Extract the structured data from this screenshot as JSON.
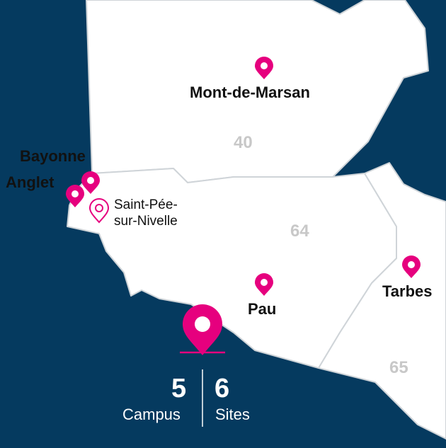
{
  "colors": {
    "background": "#053a5f",
    "land": "#ffffff",
    "border": "#cfd4d8",
    "marker": "#e6007e",
    "department_number": "#c8c8c8"
  },
  "cities": {
    "mont_de_marsan": "Mont-de-Marsan",
    "bayonne": "Bayonne",
    "anglet": "Anglet",
    "saint_pee": [
      "Saint-Pée-",
      "sur-Nivelle"
    ],
    "pau": "Pau",
    "tarbes": "Tarbes"
  },
  "departments": {
    "landes": "40",
    "pyrenees_atlantiques": "64",
    "hautes_pyrenees": "65"
  },
  "stats": {
    "campus_count": "5",
    "campus_label": "Campus",
    "sites_count": "6",
    "sites_label": "Sites"
  },
  "icons": {
    "campus_marker": "location-pin-filled",
    "site_marker": "location-pin-outline",
    "stats_marker": "large-location-pin"
  }
}
